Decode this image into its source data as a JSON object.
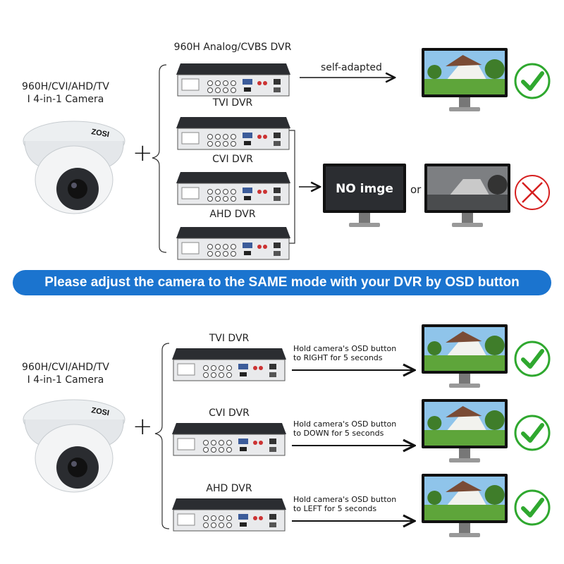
{
  "camera": {
    "title_line1": "960H/CVI/AHD/TV",
    "title_line2": "I 4-in-1 Camera",
    "brand": "ZOSI"
  },
  "top": {
    "dvrs": [
      {
        "label": "960H Analog/CVBS DVR"
      },
      {
        "label": "TVI DVR"
      },
      {
        "label": "CVI DVR"
      },
      {
        "label": "AHD DVR"
      }
    ],
    "self_adapted": "self-adapted",
    "no_image": "NO imge",
    "or": "or"
  },
  "banner": "Please adjust the camera to the SAME mode with your DVR by OSD button",
  "bottom": {
    "rows": [
      {
        "label": "TVI DVR",
        "line1": "Hold camera's OSD button",
        "line2": "to RIGHT for 5 seconds"
      },
      {
        "label": "CVI DVR",
        "line1": "Hold camera's OSD button",
        "line2": "to DOWN for 5 seconds"
      },
      {
        "label": "AHD DVR",
        "line1": "Hold camera's OSD button",
        "line2": "to LEFT for 5 seconds"
      }
    ]
  },
  "colors": {
    "banner": "#1b74cf",
    "check": "#2fa82f",
    "cross": "#d62020"
  }
}
